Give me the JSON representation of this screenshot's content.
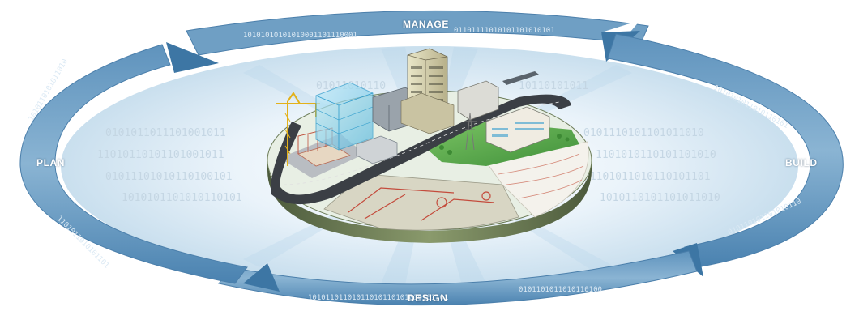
{
  "diagram": {
    "stages": {
      "manage": "MANAGE",
      "build": "BUILD",
      "design": "DESIGN",
      "plan": "PLAN"
    },
    "binary_text": "0101011101010110101001011010110100101101010110101101001010110101011010100101101011",
    "colors": {
      "ring_dark": "#3d76a4",
      "ring_mid": "#6f9fc4",
      "ring_light": "#a9c8df",
      "glow": "#d6e8f4",
      "grass": "#5fae4f",
      "road": "#3b3f45",
      "glass": "#8fd6f0",
      "crane": "#f0c419"
    }
  }
}
